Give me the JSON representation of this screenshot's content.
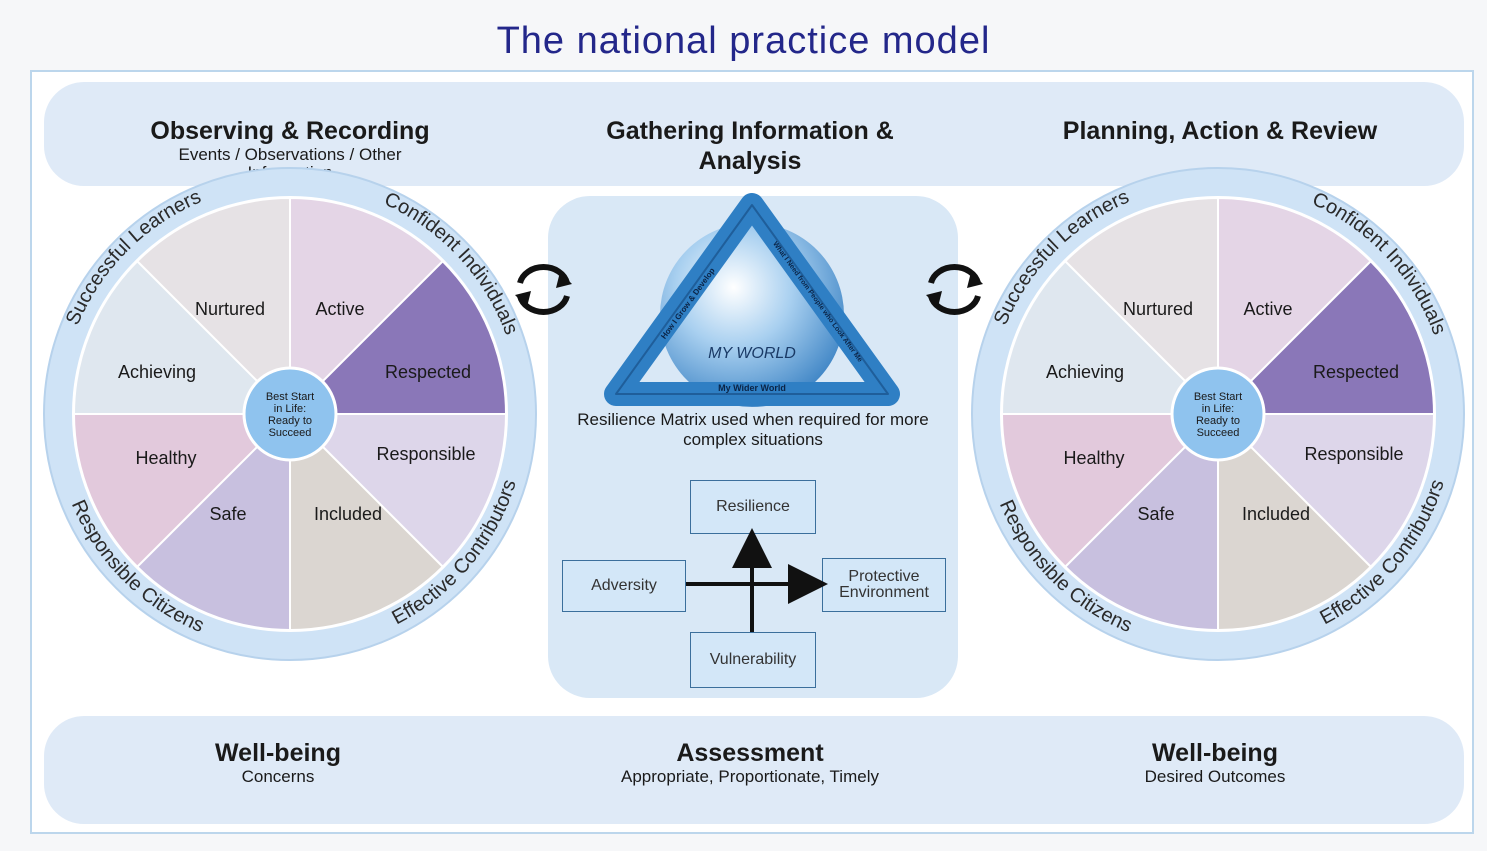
{
  "title": "The national practice model",
  "top_headers": [
    {
      "heading": "Observing & Recording",
      "sub": "Events / Observations / Other Information"
    },
    {
      "heading": "Gathering Information & Analysis",
      "sub": ""
    },
    {
      "heading": "Planning, Action & Review",
      "sub": ""
    }
  ],
  "wheel": {
    "center": "Best Start in Life: Ready to Succeed",
    "segments": [
      "Nurtured",
      "Active",
      "Respected",
      "Responsible",
      "Included",
      "Safe",
      "Healthy",
      "Achieving"
    ],
    "segment_colors": [
      "#e6e2e5",
      "#e4d5e6",
      "#8a77b8",
      "#ddd6ea",
      "#dbd6d1",
      "#c8c0df",
      "#e2c9dc",
      "#dfe7ef"
    ],
    "ring_labels": [
      "Successful Learners",
      "Confident Individuals",
      "Effective Contributors",
      "Responsible Citizens"
    ]
  },
  "triangle": {
    "center": "MY WORLD",
    "left_side": "How I Grow & Develop",
    "right_side": "What I Need from People who Look After Me",
    "base": "My Wider World"
  },
  "matrix_caption": "Resilience Matrix used when required for more complex situations",
  "matrix": {
    "top": "Resilience",
    "left": "Adversity",
    "right": "Protective Environment",
    "bottom": "Vulnerability"
  },
  "bottom_headers": [
    {
      "heading": "Well-being",
      "sub": "Concerns"
    },
    {
      "heading": "Assessment",
      "sub": "Appropriate, Proportionate, Timely"
    },
    {
      "heading": "Well-being",
      "sub": "Desired Outcomes"
    }
  ],
  "colors": {
    "title": "#23278a",
    "band": "#dfeaf7",
    "ring": "#cfe3f6",
    "triangle": "#2f7fc4"
  }
}
